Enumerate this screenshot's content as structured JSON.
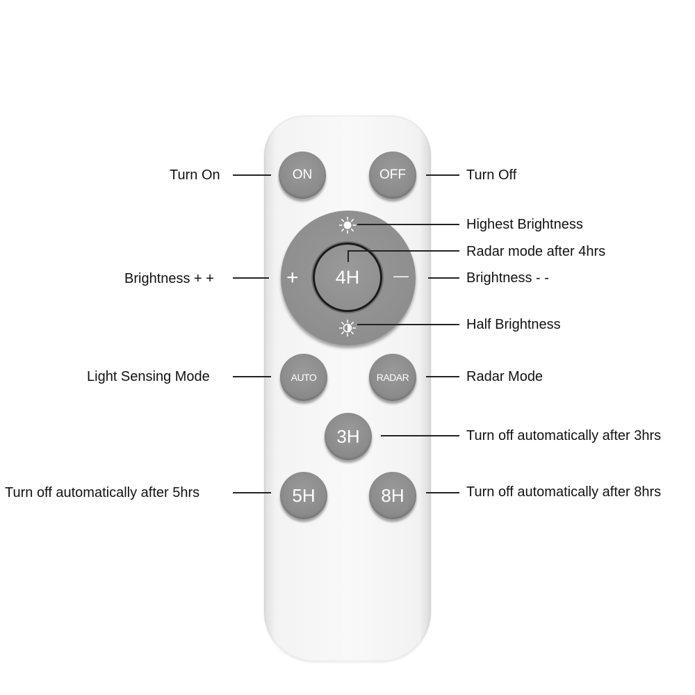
{
  "remote": {
    "buttons": {
      "on": "ON",
      "off": "OFF",
      "center": "4H",
      "plus": "+",
      "minus": "—",
      "auto": "AUTO",
      "radar": "RADAR",
      "h3": "3H",
      "h5": "5H",
      "h8": "8H"
    },
    "icons": {
      "top": "sun-full-icon",
      "bottom": "sun-half-icon"
    },
    "colors": {
      "body": "#f6f6f6",
      "button": "#8f8f8f",
      "button_text": "#ffffff"
    }
  },
  "callouts": {
    "turn_on": "Turn On",
    "turn_off": "Turn Off",
    "highest_brightness": "Highest Brightness",
    "radar_after_4hrs": "Radar mode after 4hrs",
    "brightness_plus": "Brightness + +",
    "brightness_minus": "Brightness - -",
    "half_brightness": "Half Brightness",
    "light_sensing": "Light Sensing Mode",
    "radar_mode": "Radar Mode",
    "off_after_3": "Turn off automatically after 3hrs",
    "off_after_5": "Turn off automatically after 5hrs",
    "off_after_8": "Turn off automatically after 8hrs"
  }
}
